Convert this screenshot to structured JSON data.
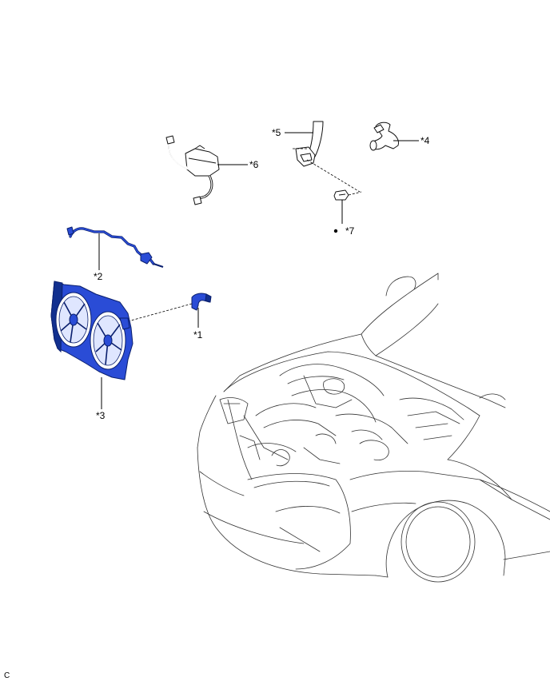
{
  "callouts": {
    "c1": "*1",
    "c2": "*2",
    "c3": "*3",
    "c4": "*4",
    "c5": "*5",
    "c6": "*6",
    "c7": "*7"
  },
  "corner_code": "C",
  "colors": {
    "highlight": "#2a4cd6",
    "highlight_dark": "#0a1f6e",
    "line": "#000000"
  }
}
